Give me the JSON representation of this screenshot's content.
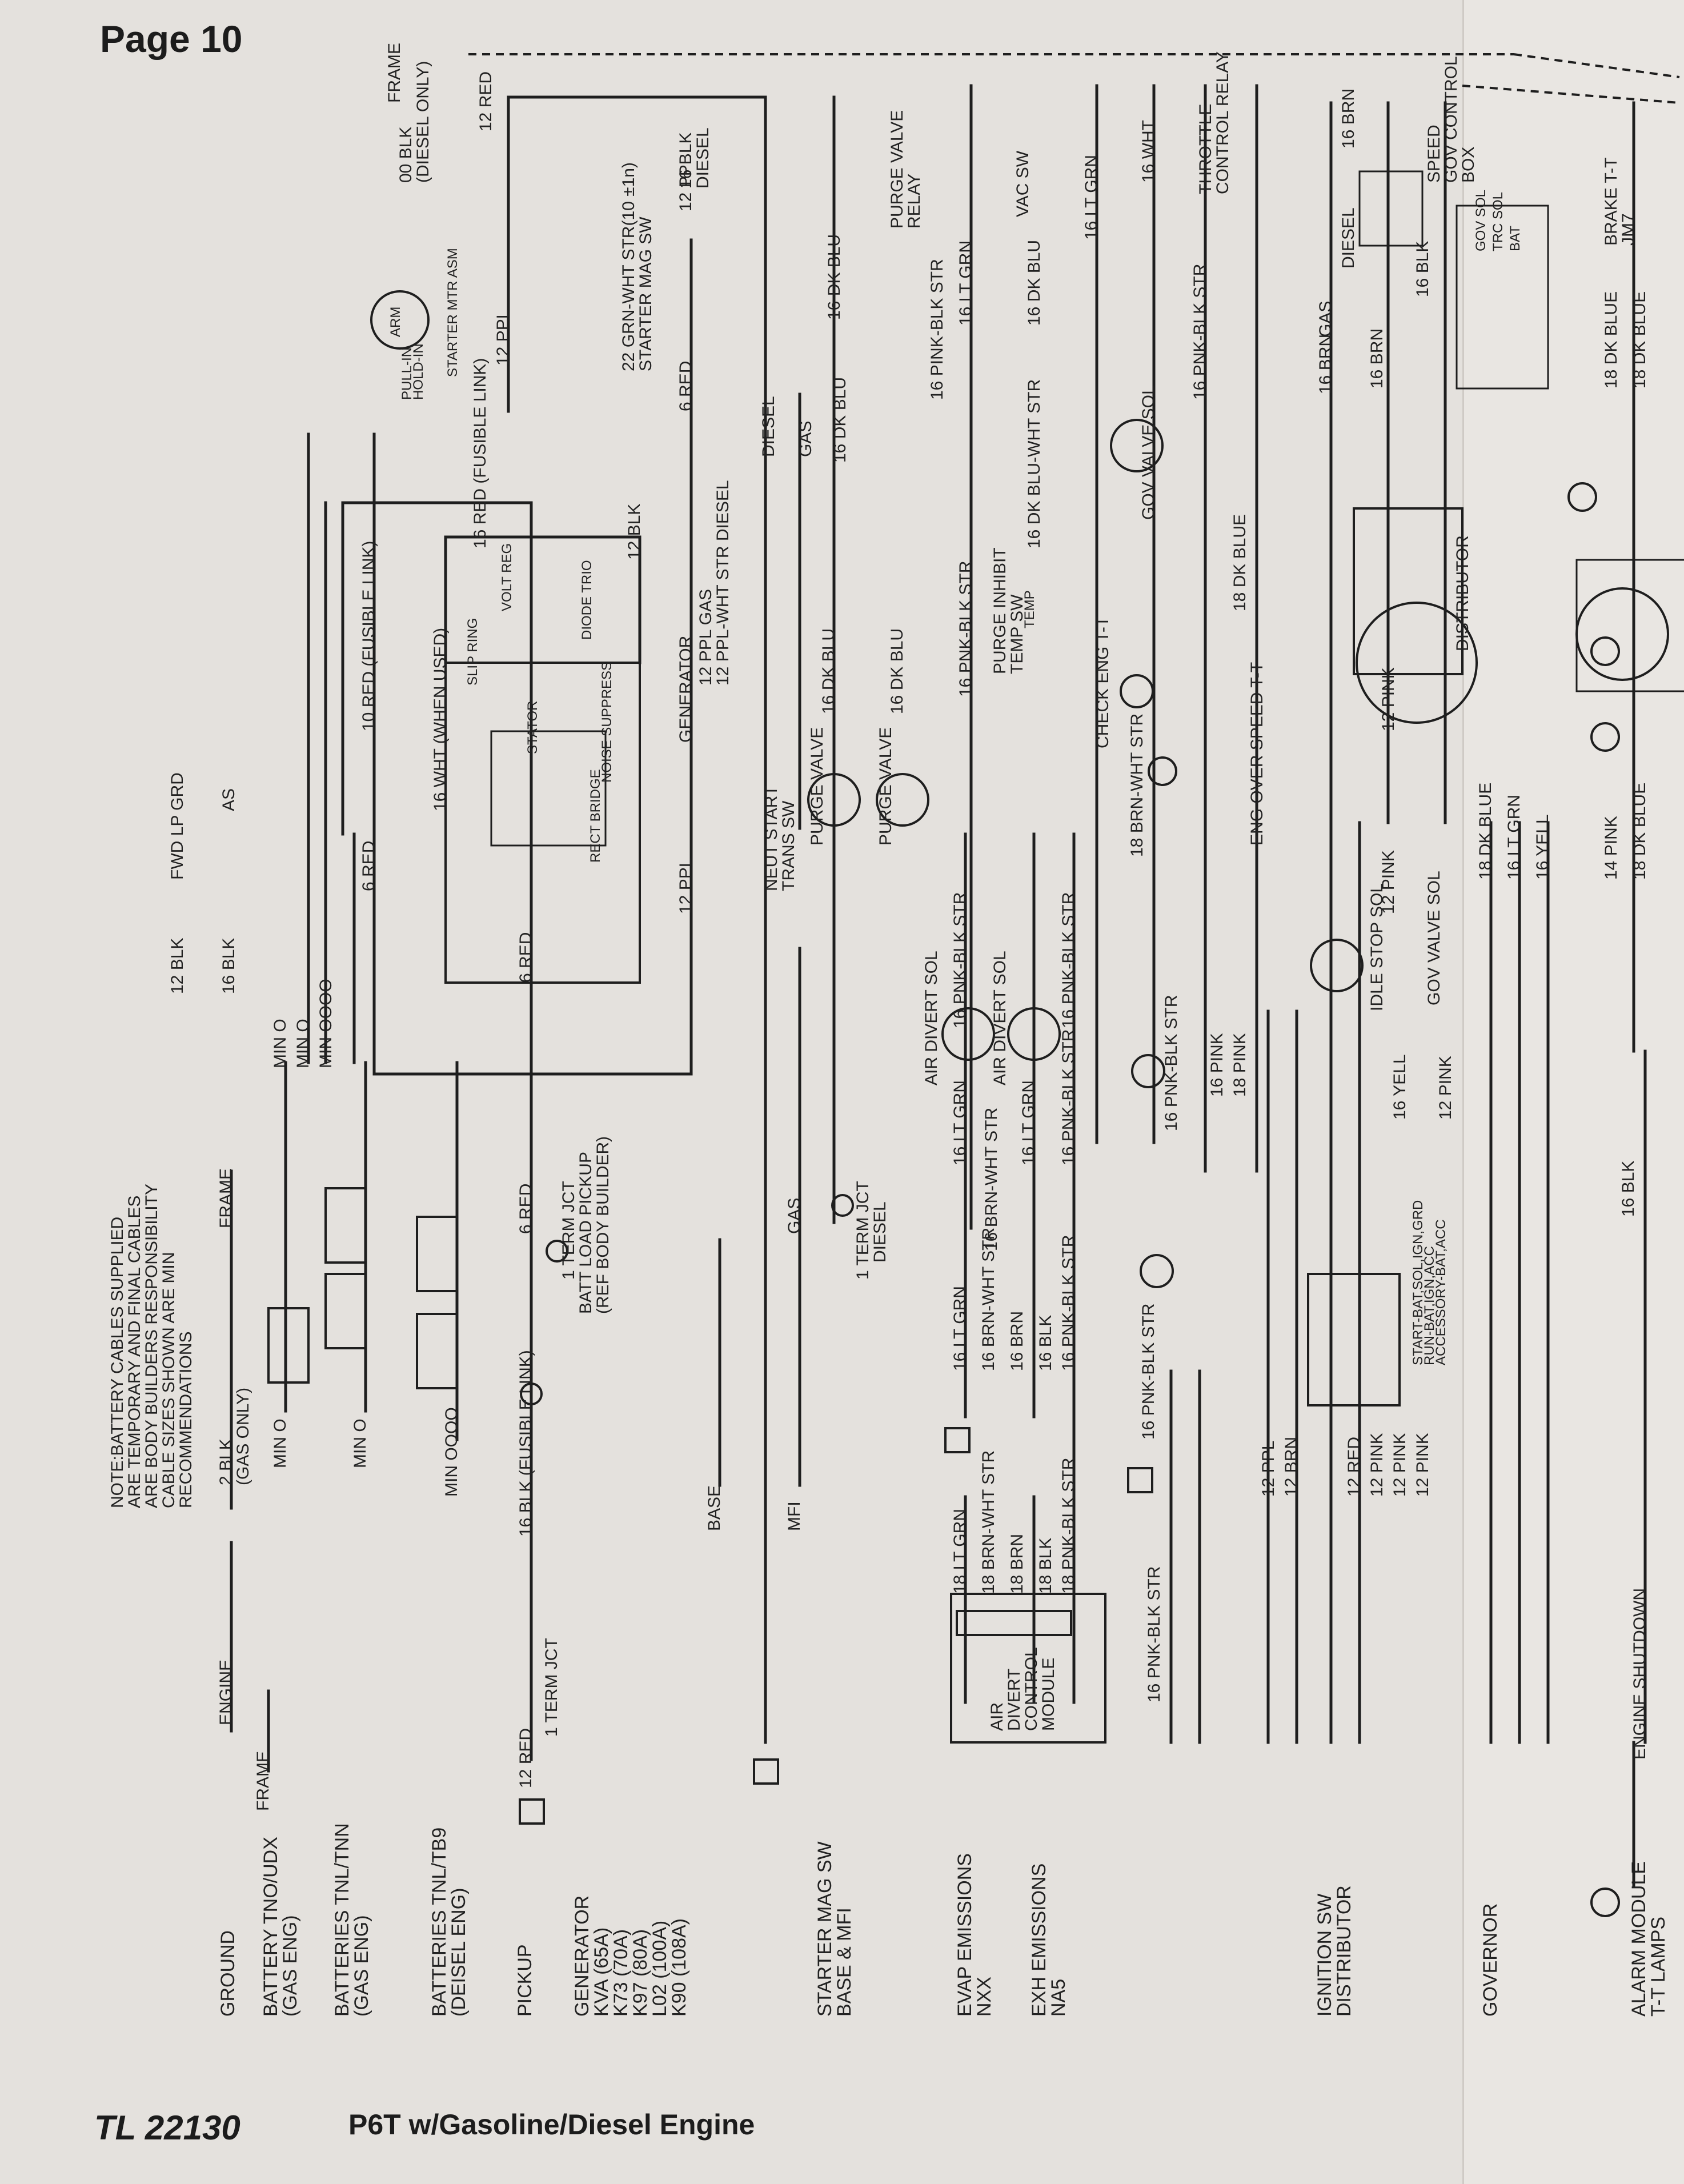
{
  "header": {
    "page": "Page 10"
  },
  "footer": {
    "doc_code": "TL 22130",
    "title": "P6T w/Gasoline/Diesel Engine"
  },
  "note": {
    "lines": [
      "NOTE:BATTERY CABLES SUPPLIED",
      "ARE TEMPORARY AND FINAL CABLES",
      "ARE BODY BUILDERS RESPONSIBILITY",
      "CABLE SIZES SHOWN ARE MIN",
      "RECOMMENDATIONS"
    ]
  },
  "rows": [
    {
      "id": "ground",
      "lines": [
        "GROUND"
      ]
    },
    {
      "id": "battery-tno",
      "lines": [
        "BATTERY TNO/UDX",
        "(GAS ENG)"
      ]
    },
    {
      "id": "batteries-tnl-tnn",
      "lines": [
        "BATTERIES TNL/TNN",
        "(GAS ENG)"
      ]
    },
    {
      "id": "batteries-tnl-tb9",
      "lines": [
        "BATTERIES TNL/TB9",
        "(DEISEL ENG)"
      ]
    },
    {
      "id": "pickup",
      "lines": [
        "PICKUP"
      ]
    },
    {
      "id": "generator",
      "lines": [
        "GENERATOR",
        "KVA (65A)",
        "K73 (70A)",
        "K97 (80A)",
        "L02 (100A)",
        "K90 (108A)"
      ]
    },
    {
      "id": "starter-mag",
      "lines": [
        "STARTER MAG SW",
        "BASE & MFI"
      ]
    },
    {
      "id": "evap",
      "lines": [
        "EVAP EMISSIONS",
        "NXX"
      ]
    },
    {
      "id": "exh",
      "lines": [
        "EXH EMISSIONS",
        "NA5"
      ]
    },
    {
      "id": "ignition",
      "lines": [
        "IGNITION SW",
        "DISTRIBUTOR"
      ]
    },
    {
      "id": "governor",
      "lines": [
        "GOVERNOR"
      ]
    },
    {
      "id": "alarm",
      "lines": [
        "ALARM MODULE",
        "T-T LAMPS"
      ]
    }
  ],
  "labels": {
    "engine": "ENGINE",
    "frame": "FRAME",
    "frame_top": "FRAME",
    "frame_right": "FRAME",
    "blk_2": "2 BLK",
    "gas_only": "(GAS ONLY)",
    "blk_12": "12 BLK",
    "fwd_lp_grd": "FWD LP GRD",
    "blk_16": "16 BLK",
    "as": "AS",
    "min_o": "MIN O",
    "min_oooo": "MIN OOOO",
    "red_12": "12 RED",
    "one_term_jct": "1 TERM JCT",
    "blk_16_fusible": "16 BLK (FUSIBLE LINK)",
    "red_6": "6 RED",
    "batt_load_pickup": "BATT LOAD PICKUP",
    "ref_body_builder": "(REF BODY BUILDER)",
    "red_10_fusible": "10 RED (FUSIBLE LINK)",
    "wht_when_used": "16 WHT (WHEN USED)",
    "slip_ring": "SLIP RING",
    "volt_reg": "VOLT REG",
    "stator": "STATOR",
    "diode_trio": "DIODE TRIO",
    "rect_bridge": "RECT BRIDGE",
    "noise_suppress": "NOISE SUPPRESS",
    "generator": "GENERATOR",
    "blk_12b": "12 BLK",
    "ppl_12": "12 PPL",
    "ppl_gas": "12 PPL GAS",
    "ppl_wht_str": "12 PPL-WHT STR DIESEL",
    "neut_start": "NEUT START",
    "trans_sw": "TRANS SW",
    "base": "BASE",
    "mfi": "MFI",
    "gas": "GAS",
    "diesel": "DIESEL",
    "one_term_jct_diesel": "1 TERM JCT",
    "diesel_2": "DIESEL",
    "starter_mtr_asm": "STARTER MTR ASM",
    "pull_in": "PULL-IN",
    "hold_in": "HOLD-IN",
    "arm": "ARM",
    "blk_00": "00 BLK",
    "diesel_only": "(DIESEL ONLY)",
    "red_16_fusible": "16 RED (FUSIBLE LINK)",
    "red_12b": "12 RED",
    "ppl_12c": "12 PPL",
    "grn_wht_str": "22 GRN-WHT STR(10 ±1n)",
    "starter_mag_sw": "STARTER MAG SW",
    "ppl_12d": "12 PPL",
    "blk_16_diesel": "16 BLK",
    "diesel_3": "DIESEL",
    "red_6b": "6 RED",
    "diesel_4": "DIESEL",
    "gas_2": "GAS",
    "purge_valve": "PURGE VALVE",
    "dk_blu_16": "16 DK BLU",
    "purge_valve_relay": "PURGE VALVE",
    "relay": "RELAY",
    "pink_blk_str": "16 PINK-BLK STR",
    "lt_grn_16": "16 LT GRN",
    "dk_blu_16b": "16 DK BLU",
    "vac_sw": "VAC SW",
    "lt_grn_16b": "16 LT GRN",
    "wht_16": "16 WHT",
    "throttle": "THROTTLE",
    "control_relay": "CONTROL RELAY",
    "pnk_blk_str": "16 PNK-BLK STR",
    "purge_inhibit": "PURGE INHIBIT",
    "temp_sw": "TEMP SW",
    "temp": "TEMP",
    "dk_blu_wht_str": "16 DK BLU-WHT STR",
    "gov_valve_sol": "GOV VALVE SOL",
    "check_eng": "CHECK ENG T-T",
    "brn_wht_str_18": "18 BRN-WHT STR",
    "eng_over_speed": "ENG OVER SPEED T-T",
    "dk_blue_18": "18 DK BLUE",
    "air_divert_sol": "AIR DIVERT SOL",
    "lt_grn_16c": "16 LT GRN",
    "pnk_blk_str_16": "16 PNK-BLK STR",
    "brn_wht_str_16": "16 BRN-WHT STR",
    "brn_16": "16 BRN",
    "blk_16b": "16 BLK",
    "lt_grn_18": "18 LT GRN",
    "brn_wht_str_18b": "18 BRN-WHT STR",
    "brn_18": "18 BRN",
    "blk_18": "18 BLK",
    "pnk_blk_str_18": "18 PNK-BLK STR",
    "air": "AIR",
    "divert": "DIVERT",
    "control": "CONTROL",
    "module": "MODULE",
    "pink_16": "16 PINK",
    "pink_18": "18 PINK",
    "ppl_12e": "12 PPL",
    "brn_12": "12 BRN",
    "red_12c": "12 RED",
    "pink_12": "12 PINK",
    "ign_labels": "START-BAT,SOL,IGN,GRD",
    "run_labels": "RUN-BAT,IGN,ACC",
    "acc_labels": "ACCESSORY-BAT,ACC",
    "idle_stop_sol": "IDLE STOP SOL",
    "yell_16": "16 YELL",
    "pink_12b": "12 PINK",
    "distributor": "DISTRIBUTOR",
    "brn_16b": "16 BRN",
    "diesel_5": "DIESEL",
    "gas_3": "GAS",
    "speed": "SPEED",
    "gov_control": "GOV CONTROL",
    "box": "BOX",
    "gov_sol": "GOV SOL",
    "trc_sol": "TRC SOL",
    "bat": "BAT",
    "dk_blue_18b": "18 DK BLUE",
    "lt_grn_16d": "16 LT GRN",
    "yell_16b": "16 YELL",
    "pink_14": "14 PINK",
    "brake_tt": "BRAKE T-T",
    "jm7": "JM7",
    "engine_shutdown": "ENGINE SHUTDOWN",
    "blk_16c": "16 BLK"
  }
}
